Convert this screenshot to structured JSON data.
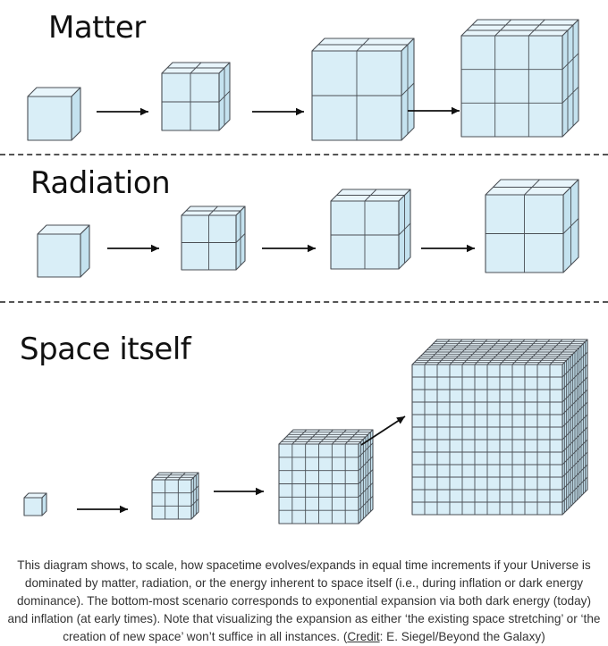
{
  "sections": [
    {
      "id": "matter",
      "title": "Matter"
    },
    {
      "id": "radiation",
      "title": "Radiation"
    },
    {
      "id": "space",
      "title": "Space itself"
    }
  ],
  "colors": {
    "cube_front": "#d9eef7",
    "cube_top": "#e8f5fb",
    "cube_side": "#c4e2ef",
    "cube_stroke": "#4a4f55",
    "arrow": "#111111"
  },
  "caption": {
    "text": "This diagram shows, to scale, how spacetime evolves/expands in equal time increments if your Universe is dominated by matter, radiation, or the energy inherent to space itself (i.e., during inflation or dark energy dominance). The bottom-most scenario corresponds to exponential expansion via both dark energy (today) and inflation (at early times). Note that visualizing the expansion as either ‘the existing space stretching’ or ‘the creation of new space’ won’t suffice in all instances. (",
    "credit_label": "Credit",
    "credit_source": ": E. Siegel/Beyond the Galaxy)"
  }
}
